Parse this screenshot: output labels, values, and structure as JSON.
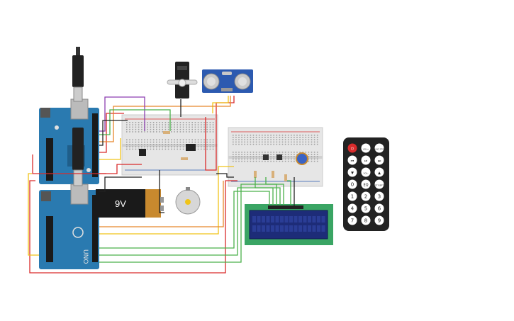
{
  "battery": {
    "label": "9V"
  },
  "arduino_bottom": {
    "label": "UNO"
  },
  "lcd": {
    "rows": 2,
    "cols": 16
  },
  "remote": {
    "buttons": [
      "power",
      "VOL+",
      "FUNC/STOP",
      "prev",
      "play",
      "next",
      "down",
      "VOL-",
      "up",
      "0",
      "EQ",
      "ST/REPT",
      "1",
      "2",
      "3",
      "4",
      "5",
      "6",
      "7",
      "8",
      "9"
    ],
    "power_label": "⏻",
    "vol_up_label": "VOL+",
    "func_label": "FUNC STOP",
    "prev_label": "⏮",
    "play_label": "⏯",
    "next_label": "⏭",
    "down_label": "▼",
    "vol_down_label": "VOL-",
    "up_label": "▲",
    "zero_label": "0",
    "eq_label": "EQ",
    "rept_label": "ST REPT",
    "one": "1",
    "two": "2",
    "three": "3",
    "four": "4",
    "five": "5",
    "six": "6",
    "seven": "7",
    "eight": "8",
    "nine": "9"
  },
  "colors": {
    "arduino": "#2a7ab0",
    "breadboard": "#e6e6e6",
    "lcd_frame": "#3aa564",
    "lcd_screen": "#1d2c78",
    "remote": "#222222",
    "sensor": "#2c5ab0",
    "wire_red": "#d92b2b",
    "wire_yellow": "#f0c419",
    "wire_green": "#4bb14b",
    "wire_orange": "#e8872b",
    "wire_purple": "#8c3fb0",
    "wire_black": "#222222"
  }
}
